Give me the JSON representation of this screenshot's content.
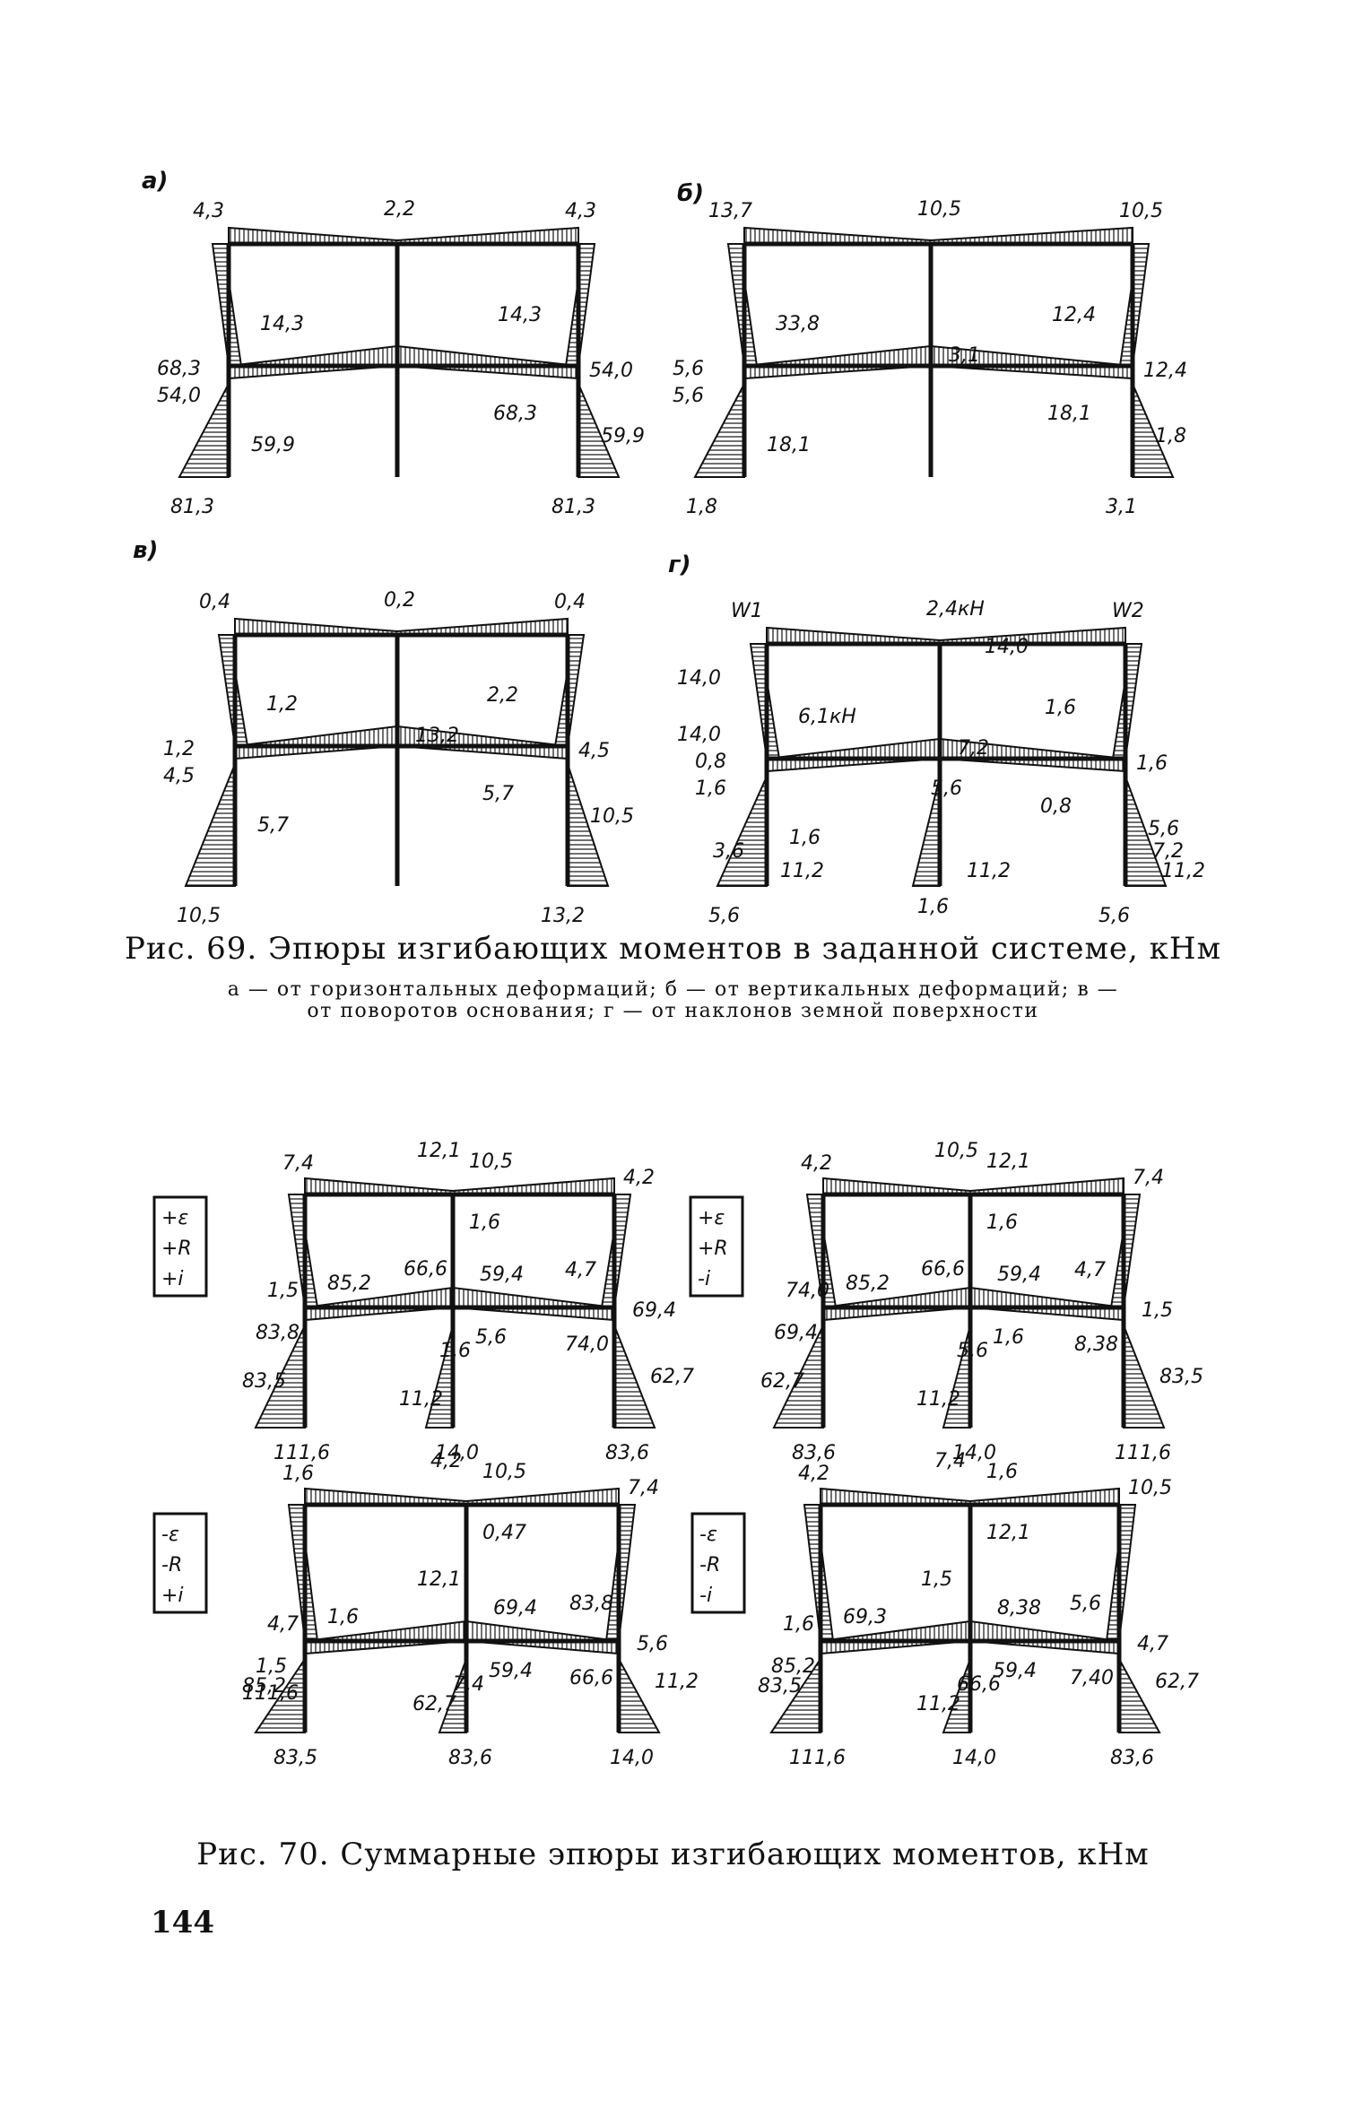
{
  "figure69": {
    "caption": "Рис. 69. Эпюры изгибающих моментов в заданной системе, кНм",
    "subcaption_line1": "а — от горизонтальных деформаций; б — от вертикальных деформаций; в —",
    "subcaption_line2": "от поворотов основания; г — от наклонов земной поверхности",
    "panels": [
      {
        "id": "a",
        "letter": "а)",
        "labels": [
          "4,3",
          "2,2",
          "4,3",
          "14,3",
          "14,3",
          "68,3",
          "54,0",
          "54,0",
          "68,3",
          "59,9",
          "59,9",
          "81,3",
          "81,3"
        ]
      },
      {
        "id": "b",
        "letter": "б)",
        "labels": [
          "13,7",
          "10,5",
          "10,5",
          "33,8",
          "12,4",
          "5,6",
          "5,6",
          "12,4",
          "18,1",
          "18,1",
          "1,8",
          "1,8",
          "3,1",
          "3,1"
        ]
      },
      {
        "id": "v",
        "letter": "в)",
        "labels": [
          "0,4",
          "0,2",
          "0,4",
          "1,2",
          "2,2",
          "1,2",
          "4,5",
          "4,5",
          "5,7",
          "5,7",
          "10,5",
          "10,5",
          "13,2",
          "13,2"
        ]
      },
      {
        "id": "g",
        "letter": "г)",
        "labels": [
          "W1",
          "2,4кН",
          "W2",
          "6,1кН",
          "1,6",
          "0,8",
          "1,6",
          "1,6",
          "0,8",
          "1,6",
          "5,6",
          "5,6",
          "5,6",
          "7,2",
          "5,6",
          "7,2",
          "3,6",
          "1,6",
          "11,2",
          "11,2",
          "11,2",
          "14,0",
          "14,0",
          "14,0"
        ]
      }
    ]
  },
  "figure70": {
    "caption": "Рис. 70. Суммарные эпюры изгибающих моментов, кНм",
    "panels": [
      {
        "id": "p1",
        "legend": [
          "+ε",
          "+R",
          "+i"
        ],
        "labels": [
          "12,1",
          "10,5",
          "7,4",
          "4,2",
          "1,6",
          "66,6",
          "59,4",
          "4,7",
          "1,5",
          "85,2",
          "69,4",
          "83,8",
          "1,6",
          "5,6",
          "74,0",
          "83,5",
          "11,2",
          "62,7",
          "111,6",
          "14,0",
          "83,6"
        ]
      },
      {
        "id": "p2",
        "legend": [
          "+ε",
          "+R",
          "-i"
        ],
        "labels": [
          "10,5",
          "12,1",
          "4,2",
          "7,4",
          "1,6",
          "66,6",
          "59,4",
          "4,7",
          "74,0",
          "85,2",
          "1,5",
          "69,4",
          "5,6",
          "1,6",
          "8,38",
          "62,7",
          "11,2",
          "83,5",
          "83,6",
          "14,0",
          "111,6"
        ]
      },
      {
        "id": "p3",
        "legend": [
          "-ε",
          "-R",
          "+i"
        ],
        "labels": [
          "4,2",
          "10,5",
          "1,6",
          "7,4",
          "0,47",
          "12,1",
          "69,4",
          "83,8",
          "4,7",
          "1,6",
          "5,6",
          "1,5",
          "7,4",
          "59,4",
          "66,6",
          "85,2",
          "62,7",
          "11,2",
          "83,5",
          "83,6",
          "14,0",
          "111,6"
        ]
      },
      {
        "id": "p4",
        "legend": [
          "-ε",
          "-R",
          "-i"
        ],
        "labels": [
          "7,4",
          "1,6",
          "4,2",
          "10,5",
          "12,1",
          "1,5",
          "8,38",
          "5,6",
          "1,6",
          "69,3",
          "4,7",
          "85,2",
          "66,6",
          "59,4",
          "7,40",
          "83,5",
          "11,2",
          "62,7",
          "111,6",
          "14,0",
          "83,6"
        ]
      }
    ]
  },
  "page_number": "144"
}
